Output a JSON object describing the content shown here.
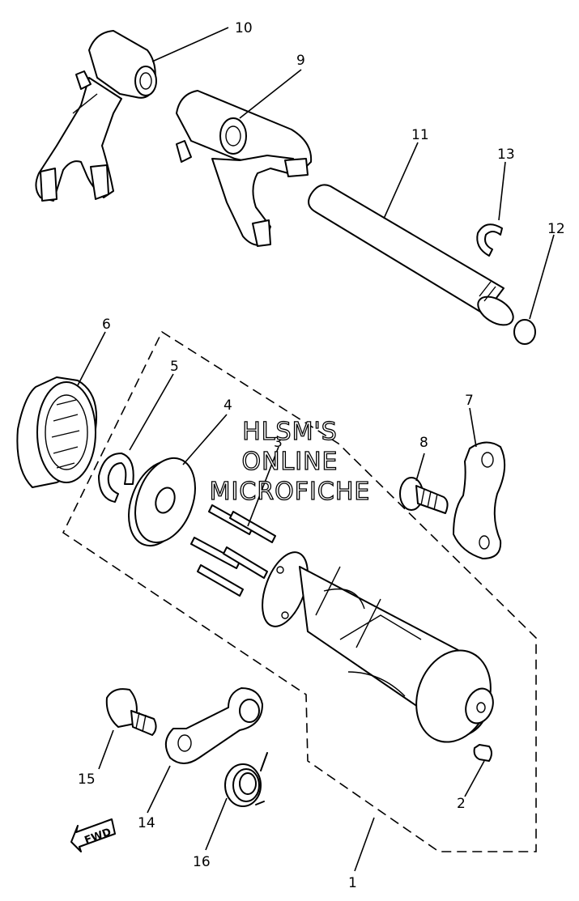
{
  "watermark": {
    "line1": "HLSM'S",
    "line2": "ONLINE",
    "line3": "MICROFICHE"
  },
  "direction_label": "FWD",
  "callouts": [
    "1",
    "2",
    "3",
    "4",
    "5",
    "6",
    "7",
    "8",
    "9",
    "10",
    "11",
    "12",
    "13",
    "14",
    "15",
    "16"
  ],
  "parts": [
    {
      "ref": "1",
      "icon": "shift-drum-assembly"
    },
    {
      "ref": "2",
      "icon": "dowel-pin"
    },
    {
      "ref": "3",
      "icon": "pins"
    },
    {
      "ref": "4",
      "icon": "washer"
    },
    {
      "ref": "5",
      "icon": "circlip"
    },
    {
      "ref": "6",
      "icon": "bearing"
    },
    {
      "ref": "7",
      "icon": "stopper-plate"
    },
    {
      "ref": "8",
      "icon": "bolt"
    },
    {
      "ref": "9",
      "icon": "shift-fork"
    },
    {
      "ref": "10",
      "icon": "shift-fork"
    },
    {
      "ref": "11",
      "icon": "guide-bar"
    },
    {
      "ref": "12",
      "icon": "o-ring"
    },
    {
      "ref": "13",
      "icon": "circlip"
    },
    {
      "ref": "14",
      "icon": "stopper-lever"
    },
    {
      "ref": "15",
      "icon": "bolt"
    },
    {
      "ref": "16",
      "icon": "spring"
    }
  ]
}
